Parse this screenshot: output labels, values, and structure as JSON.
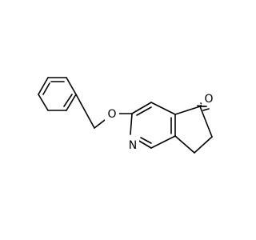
{
  "structure": {
    "atoms": {
      "oxygen_ether": "O",
      "nitrogen_ring": "N",
      "oxygen_carbonyl": "O"
    }
  }
}
